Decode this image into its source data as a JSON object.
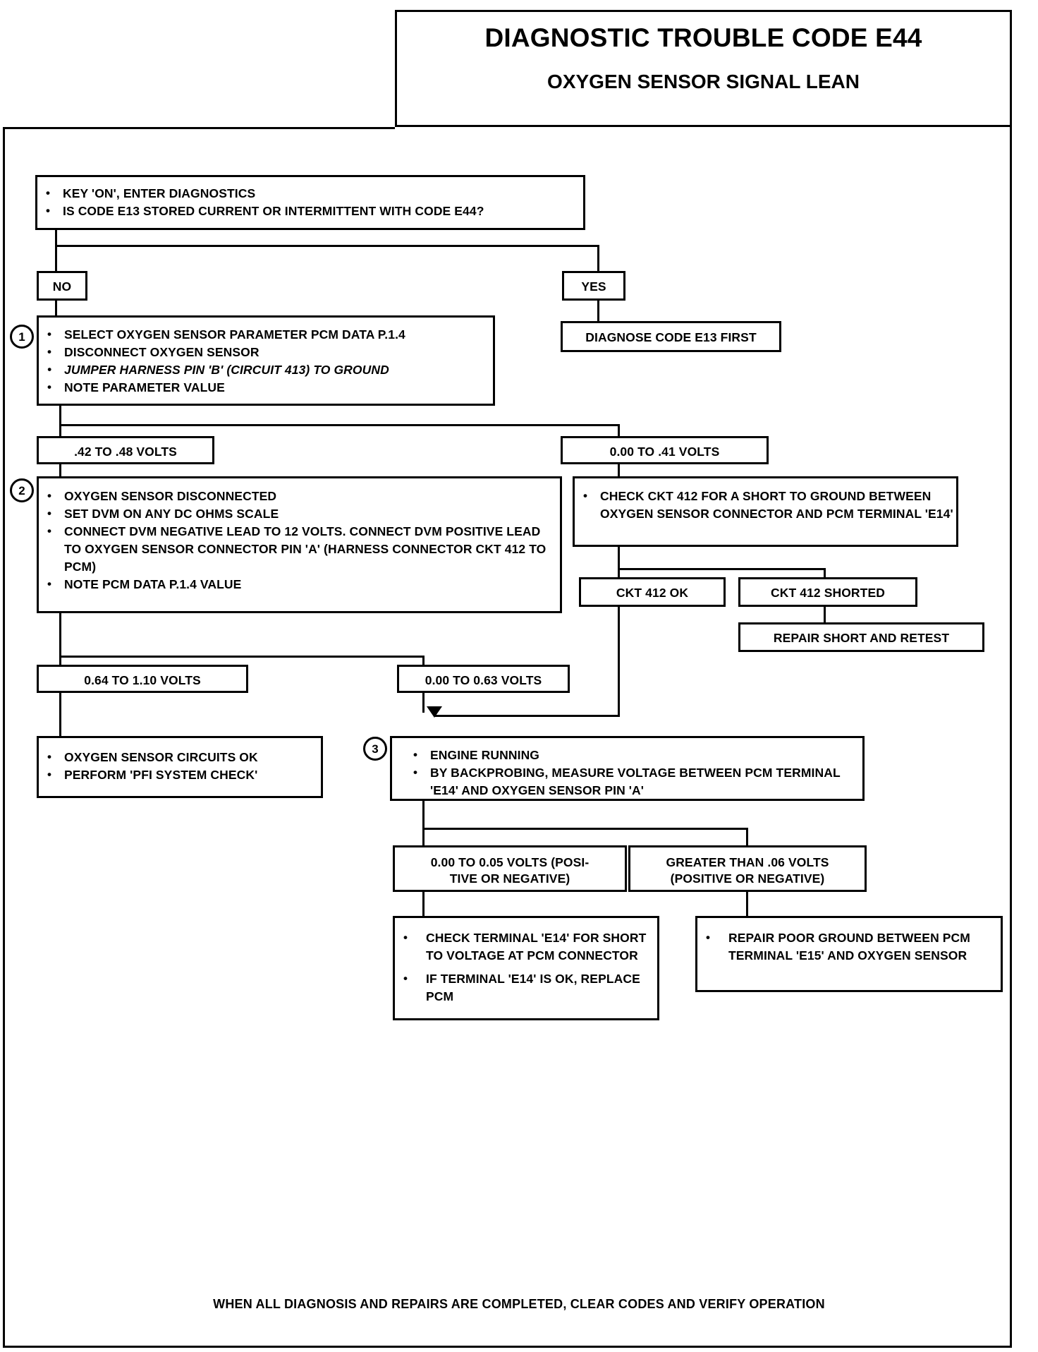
{
  "title": {
    "main": "DIAGNOSTIC TROUBLE CODE E44",
    "sub": "OXYGEN SENSOR SIGNAL LEAN"
  },
  "footer": "WHEN ALL DIAGNOSIS AND REPAIRS ARE COMPLETED, CLEAR CODES AND VERIFY OPERATION",
  "steps": {
    "one": "1",
    "two": "2",
    "three": "3"
  },
  "nodes": {
    "start": {
      "items": [
        "KEY 'ON', ENTER DIAGNOSTICS",
        "IS CODE E13 STORED CURRENT OR INTERMITTENT WITH CODE E44?"
      ]
    },
    "no_label": "NO",
    "yes_label": "YES",
    "diagnose_e13": "DIAGNOSE CODE E13 FIRST",
    "step1": {
      "items": [
        "SELECT OXYGEN SENSOR PARAMETER PCM DATA P.1.4",
        "DISCONNECT OXYGEN SENSOR",
        "JUMPER HARNESS PIN 'B' (CIRCUIT 413) TO GROUND",
        "NOTE  PARAMETER VALUE"
      ]
    },
    "volts_42_48": ".42 TO .48 VOLTS",
    "volts_000_41": "0.00 TO .41 VOLTS",
    "step2": {
      "items": [
        "OXYGEN SENSOR DISCONNECTED",
        "SET DVM ON ANY DC OHMS SCALE",
        "CONNECT DVM NEGATIVE LEAD TO 12 VOLTS. CONNECT DVM POSITIVE LEAD TO OXYGEN SENSOR CONNECTOR PIN 'A' (HARNESS CONNECTOR CKT 412 TO PCM)",
        "NOTE PCM DATA P.1.4 VALUE"
      ]
    },
    "check_ckt412": {
      "items": [
        "CHECK CKT 412 FOR A SHORT TO GROUND BETWEEN OXYGEN SENSOR CONNECTOR AND PCM TERMINAL 'E14'"
      ]
    },
    "ckt412_ok": "CKT 412 OK",
    "ckt412_shorted": "CKT 412 SHORTED",
    "repair_short": "REPAIR SHORT AND RETEST",
    "volts_064_110": "0.64 TO 1.10 VOLTS",
    "volts_000_063": "0.00 TO 0.63 VOLTS",
    "circuits_ok": {
      "items": [
        "OXYGEN  SENSOR CIRCUITS OK",
        "PERFORM 'PFI SYSTEM CHECK'"
      ]
    },
    "step3": {
      "items": [
        "ENGINE RUNNING",
        "BY BACKPROBING, MEASURE  VOLTAGE BETWEEN PCM TERMINAL 'E14' AND OXYGEN SENSOR PIN 'A'"
      ]
    },
    "volts_000_005": "0.00 TO 0.05 VOLTS (POSI-\nTIVE OR NEGATIVE)",
    "volts_greater_06": "GREATER THAN .06 VOLTS\n(POSITIVE OR NEGATIVE)",
    "check_e14": {
      "items": [
        "CHECK TERMINAL 'E14' FOR SHORT TO VOLTAGE AT PCM CONNECTOR",
        "IF TERMINAL 'E14' IS OK, REPLACE PCM"
      ]
    },
    "repair_ground": {
      "items": [
        "REPAIR POOR GROUND BETWEEN PCM TERMINAL 'E15' AND OXYGEN SENSOR"
      ]
    }
  }
}
